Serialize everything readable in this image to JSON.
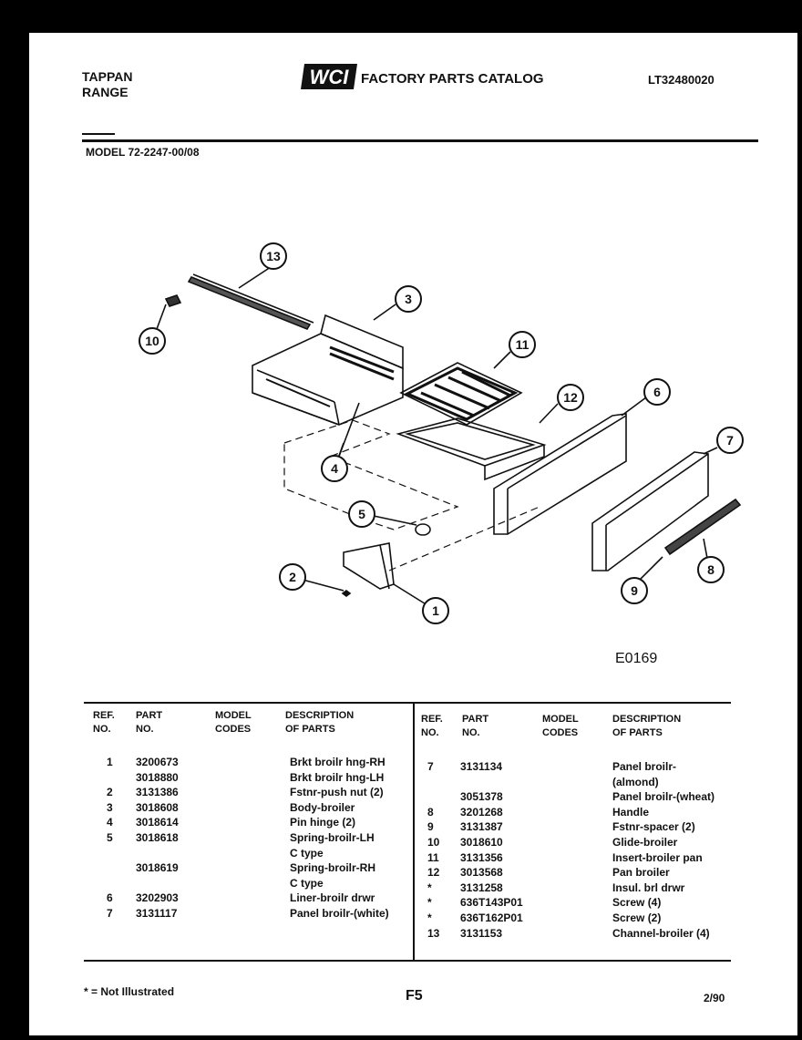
{
  "header": {
    "brand_line1": "TAPPAN",
    "brand_line2": "RANGE",
    "logo_text": "WCI",
    "catalog_title": "FACTORY PARTS CATALOG",
    "doc_id": "LT32480020",
    "model": "MODEL 72-2247-00/08"
  },
  "diagram": {
    "code": "E0169",
    "callouts": [
      "13",
      "10",
      "3",
      "11",
      "12",
      "6",
      "4",
      "7",
      "5",
      "2",
      "1",
      "9",
      "8"
    ]
  },
  "table": {
    "headers": {
      "ref": [
        "REF.",
        "NO."
      ],
      "part": [
        "PART",
        "NO."
      ],
      "model": [
        "MODEL",
        "CODES"
      ],
      "desc": [
        "DESCRIPTION",
        "OF PARTS"
      ]
    },
    "left_rows": [
      {
        "ref": "1",
        "part": "3200673",
        "desc": "Brkt broilr hng-RH"
      },
      {
        "ref": "",
        "part": "3018880",
        "desc": "Brkt broilr hng-LH"
      },
      {
        "ref": "2",
        "part": "3131386",
        "desc": "Fstnr-push nut (2)"
      },
      {
        "ref": "3",
        "part": "3018608",
        "desc": "Body-broiler"
      },
      {
        "ref": "4",
        "part": "3018614",
        "desc": "Pin hinge (2)"
      },
      {
        "ref": "5",
        "part": "3018618",
        "desc": "Spring-broilr-LH"
      },
      {
        "ref": "",
        "part": "",
        "desc": "C type"
      },
      {
        "ref": "",
        "part": "3018619",
        "desc": "Spring-broilr-RH"
      },
      {
        "ref": "",
        "part": "",
        "desc": "C type"
      },
      {
        "ref": "6",
        "part": "3202903",
        "desc": "Liner-broilr drwr"
      },
      {
        "ref": "7",
        "part": "3131117",
        "desc": "Panel broilr-(white)"
      }
    ],
    "right_rows": [
      {
        "ref": "7",
        "part": "3131134",
        "desc": "Panel broilr-"
      },
      {
        "ref": "",
        "part": "",
        "desc": "(almond)"
      },
      {
        "ref": "",
        "part": "3051378",
        "desc": "Panel broilr-(wheat)"
      },
      {
        "ref": "8",
        "part": "3201268",
        "desc": "Handle"
      },
      {
        "ref": "9",
        "part": "3131387",
        "desc": "Fstnr-spacer (2)"
      },
      {
        "ref": "10",
        "part": "3018610",
        "desc": "Glide-broiler"
      },
      {
        "ref": "11",
        "part": "3131356",
        "desc": "Insert-broiler pan"
      },
      {
        "ref": "12",
        "part": "3013568",
        "desc": "Pan broiler"
      },
      {
        "ref": "*",
        "part": "3131258",
        "desc": "Insul. brl drwr"
      },
      {
        "ref": "*",
        "part": "636T143P01",
        "desc": "Screw (4)"
      },
      {
        "ref": "*",
        "part": "636T162P01",
        "desc": "Screw (2)"
      },
      {
        "ref": "13",
        "part": "3131153",
        "desc": "Channel-broiler (4)"
      }
    ]
  },
  "footer": {
    "note": "* = Not Illustrated",
    "page": "F5",
    "date": "2/90"
  }
}
